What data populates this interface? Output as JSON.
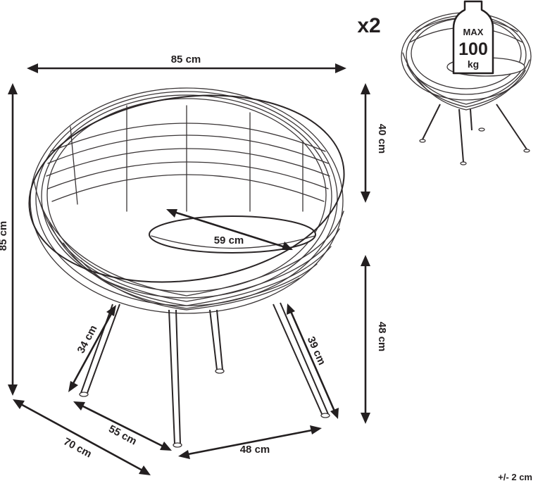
{
  "quantity": "x2",
  "dimensions": {
    "width": "85 cm",
    "height": "85 cm",
    "depth": "70 cm",
    "seat_diameter": "59 cm",
    "backrest_height": "40 cm",
    "seat_height": "48 cm",
    "leg_length": "34 cm",
    "leg_length_front": "39 cm",
    "leg_span_side": "55 cm",
    "leg_span_front": "48 cm"
  },
  "load_badge": {
    "line1": "MAX",
    "line2": "100",
    "line3": "kg"
  },
  "tolerance": "+/- 2 cm",
  "colors": {
    "ink": "#231f20",
    "line_art": "#3a3536",
    "background": "#ffffff"
  }
}
